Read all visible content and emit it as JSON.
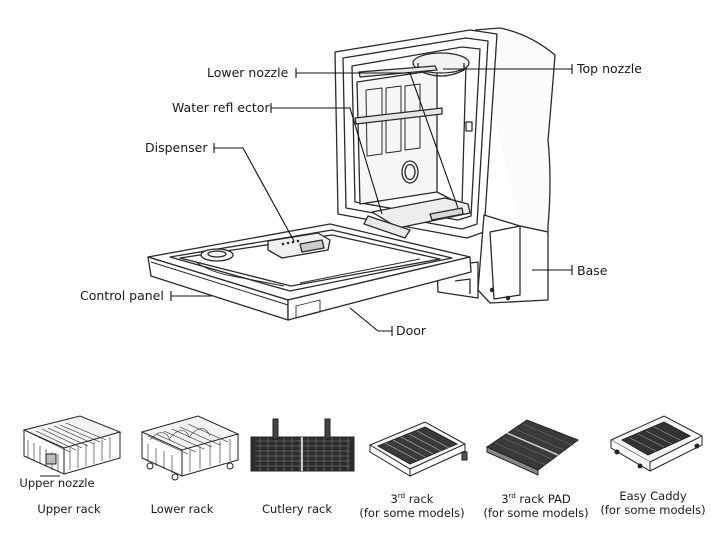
{
  "callouts": {
    "lower_nozzle": "Lower nozzle",
    "top_nozzle": "Top nozzle",
    "water_reflector": "Water refl ector",
    "dispenser": "Dispenser",
    "base": "Base",
    "control_panel": "Control panel",
    "door": "Door"
  },
  "accessories": {
    "upper_nozzle": "Upper nozzle",
    "upper_rack": "Upper rack",
    "lower_rack": "Lower rack",
    "cutlery_rack": "Cutlery rack",
    "third_rack_num": "3",
    "third_rack_sup": "rd",
    "third_rack_word": "rack",
    "third_rack_note": "(for some models)",
    "third_rack_pad_num": "3",
    "third_rack_pad_sup": "rd",
    "third_rack_pad_word": "rack PAD",
    "third_rack_pad_note": "(for some models)",
    "easy_caddy": "Easy Caddy",
    "easy_caddy_note": "(for some models)"
  },
  "colors": {
    "ink": "#1a1a1a",
    "background": "#ffffff"
  }
}
